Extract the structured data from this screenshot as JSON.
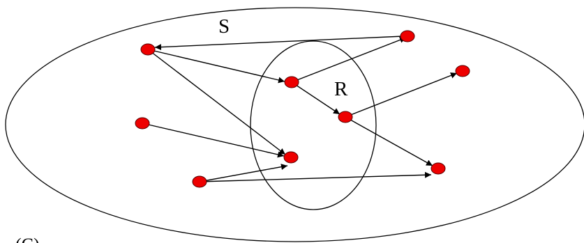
{
  "diagram": {
    "outer_set_label": "S",
    "inner_set_label": "R",
    "corner_label": "(C)",
    "colors": {
      "node_fill": "#ee0000",
      "node_stroke": "#550000",
      "stroke": "#000000",
      "background": "#ffffff"
    }
  }
}
